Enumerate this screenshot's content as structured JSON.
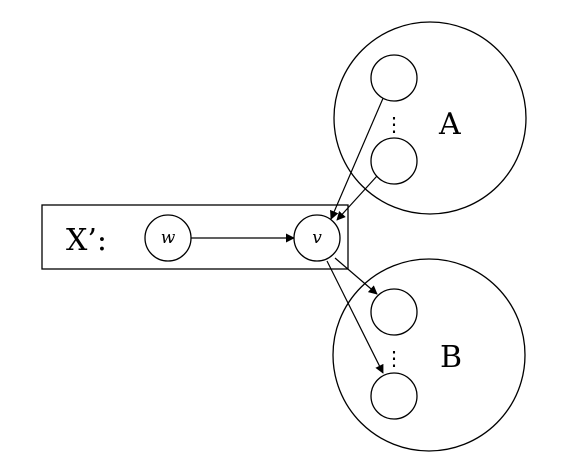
{
  "diagram": {
    "set_a_label": "A",
    "set_b_label": "B",
    "box_label": "X’:",
    "node_w_label": "w",
    "node_v_label": "v",
    "ellipsis_a": "⋮",
    "ellipsis_b": "⋮"
  }
}
